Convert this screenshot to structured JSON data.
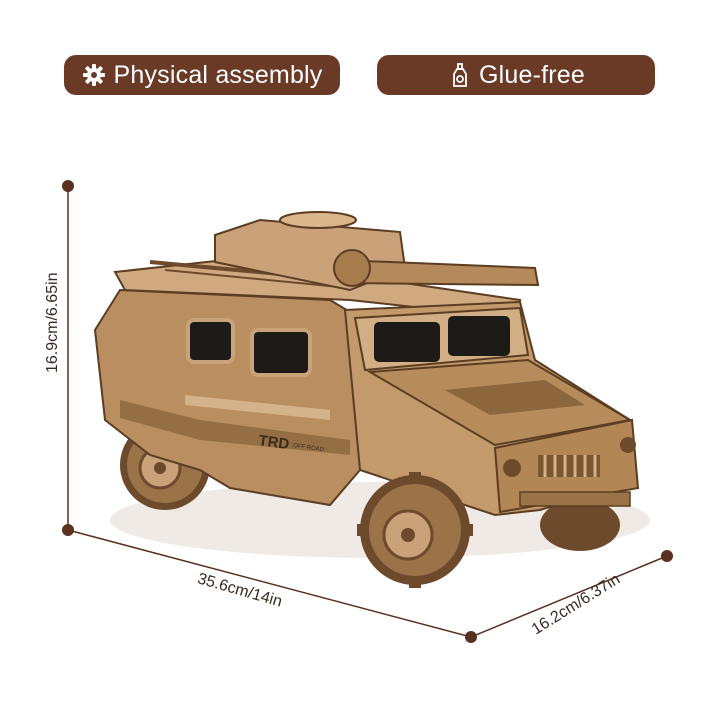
{
  "colors": {
    "badge_bg": "#6b3a27",
    "dimension_line": "#5a3020",
    "wood_light": "#c9a27a",
    "wood_mid": "#a8804f",
    "wood_dark": "#6d4a2c",
    "window": "#1d1b18"
  },
  "badges": [
    {
      "label": "Physical assembly",
      "icon": "gear-icon"
    },
    {
      "label": "Glue-free",
      "icon": "glue-bottle-icon"
    }
  ],
  "dimensions": {
    "height": "16.9cm/6.65in",
    "length": "35.6cm/14in",
    "width": "16.2cm/6.37in"
  },
  "product": {
    "decal_text": "TRD",
    "decal_subtext": "OFF ROAD"
  }
}
